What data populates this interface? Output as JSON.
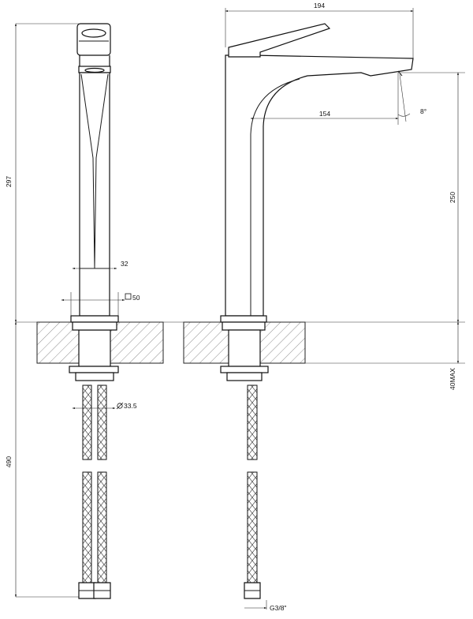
{
  "dimensions": {
    "overall_height": "297",
    "hose_length": "490",
    "spout_projection": "194",
    "spout_reach": "154",
    "spout_height": "250",
    "spout_angle": "8°",
    "body_width": "32",
    "base_square": "50",
    "shank_diameter": "33.5",
    "max_deck_thickness": "40MAX",
    "hose_connection": "G3/8\""
  }
}
